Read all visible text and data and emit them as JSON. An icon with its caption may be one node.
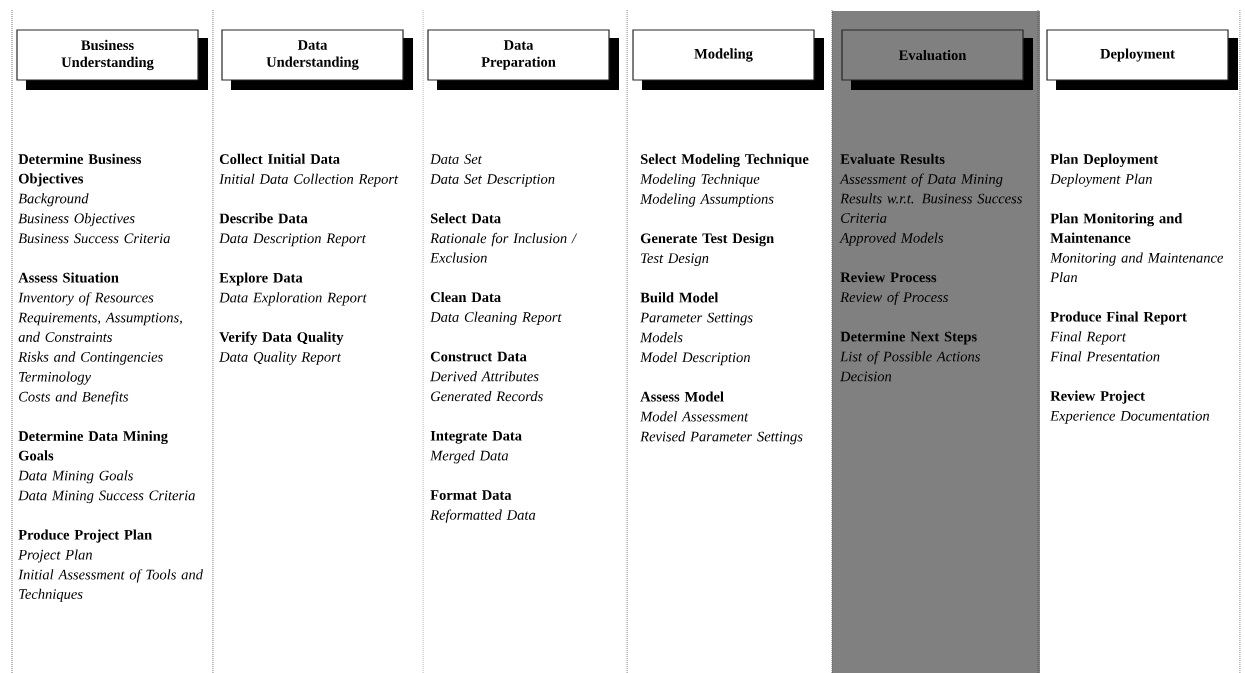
{
  "diagram": {
    "nodes": [
      {
        "text": [
          "Business Understanding"
        ]
      },
      {
        "text": [
          "Data Understanding"
        ]
      },
      {
        "text": [
          "Data Preparation"
        ]
      },
      {
        "text": [
          "Modeling"
        ]
      },
      {
        "text": [
          "Evaluate Results",
          "Assessment of Data Mining Results w.r.t. Business Success Criteria",
          "Approved Models",
          "Review Process",
          "Review of Process",
          "Determine Next Steps",
          "List of Possible Actions",
          "Decision"
        ]
      },
      {
        "text": [
          "Evaluation"
        ],
        "in": 4
      },
      {
        "text": [
          "Deployment"
        ]
      }
    ],
    "labels": [
      "Determine Business Objectives",
      "Background",
      "Business Objectives",
      "Business Success Criteria",
      "Assess Situation",
      "Inventory of Resources",
      "Requirements, Assumptions, and Constraints",
      "Risks and Contingencies",
      "Terminology",
      "Costs and Benefits",
      "Determine Data Mining Goals",
      "Data Mining Goals",
      "Data Mining Success Criteria",
      "Produce Project Plan",
      "Project Plan",
      "Initial Assessment of Tools and Techniques",
      "Collect Initial Data",
      "Initial Data Collection Report",
      "Describe Data",
      "Data Description Report",
      "Explore Data",
      "Data Exploration Report",
      "Verify Data Quality",
      "Data Quality Report",
      "Data Set",
      "Data Set Description",
      "Select Data",
      "Rationale for Inclusion / Exclusion",
      "Clean Data",
      "Data Cleaning Report",
      "Construct Data",
      "Derived Attributes",
      "Generated Records",
      "Integrate Data",
      "Merged Data",
      "Format Data",
      "Reformatted Data",
      "Select Modeling Technique",
      "Modeling Technique",
      "Modeling Assumptions",
      "Generate Test Design",
      "Test Design",
      "Build Model",
      "Parameter Settings",
      "Models",
      "Model Description",
      "Assess Model",
      "Model Assessment",
      "Revised Parameter Settings",
      "Plan Deployment",
      "Deployment Plan",
      "Plan Monitoring and Maintenance",
      "Monitoring and Maintenance Plan",
      "Produce Final Report",
      "Final Report",
      "Final Presentation",
      "Review Project",
      "Experience Documentation"
    ]
  }
}
